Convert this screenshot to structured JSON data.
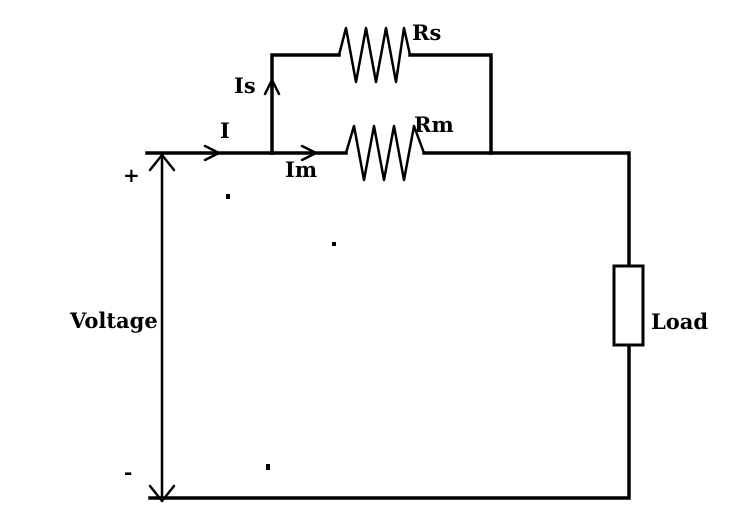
{
  "labels": {
    "rs": "Rs",
    "rm": "Rm",
    "is": "Is",
    "i": "I",
    "im": "Im",
    "plus": "+",
    "minus": "-",
    "voltage": "Voltage",
    "load": "Load"
  },
  "colors": {
    "line": "#000000",
    "background": "#ffffff"
  },
  "icons": {
    "arrow": "chevron-arrow-icon",
    "resistor": "zigzag-resistor-icon",
    "load": "rectangle-load-icon"
  }
}
